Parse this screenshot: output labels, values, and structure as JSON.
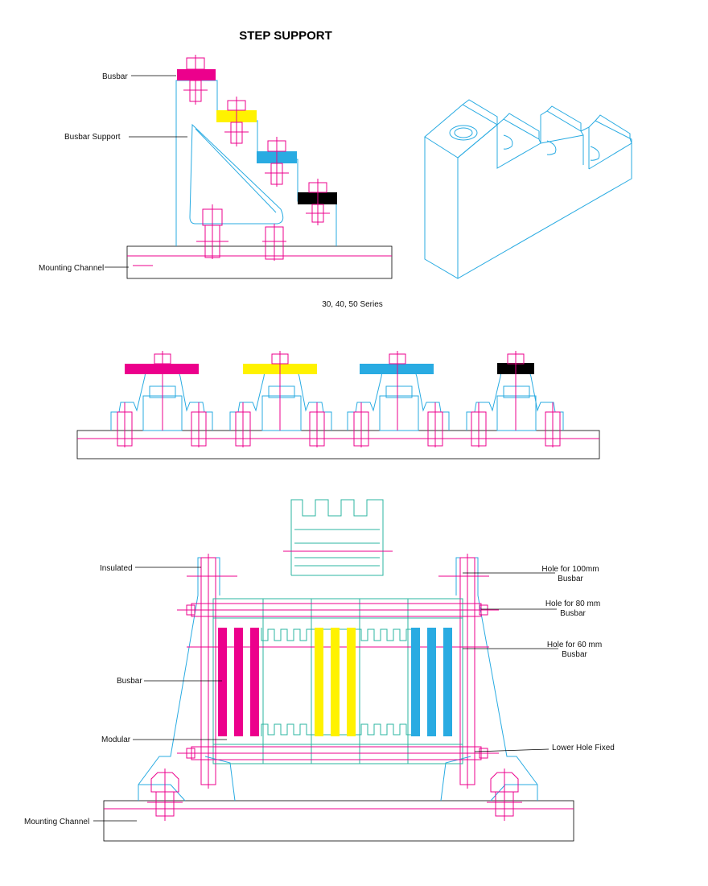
{
  "title": "STEP SUPPORT",
  "series_caption": "30, 40, 50 Series",
  "colors": {
    "magenta": "#ec008c",
    "yellow": "#fff200",
    "cyan": "#29abe2",
    "black": "#000000",
    "outline_cyan": "#29abe2",
    "outline_magenta": "#ec008c",
    "outline_teal": "#2bb5a0"
  },
  "top_labels": {
    "busbar": "Busbar",
    "busbar_support": "Busbar Support",
    "mounting_channel": "Mounting Channel"
  },
  "bottom_labels": {
    "insulated": "Insulated",
    "busbar": "Busbar",
    "modular": "Modular",
    "mounting_channel": "Mounting Channel",
    "hole_100_line1": "Hole for 100mm",
    "hole_100_line2": "Busbar",
    "hole_80_line1": "Hole for 80 mm",
    "hole_80_line2": "Busbar",
    "hole_60_line1": "Hole for 60 mm",
    "hole_60_line2": "Busbar",
    "lower_hole": "Lower Hole Fixed"
  }
}
